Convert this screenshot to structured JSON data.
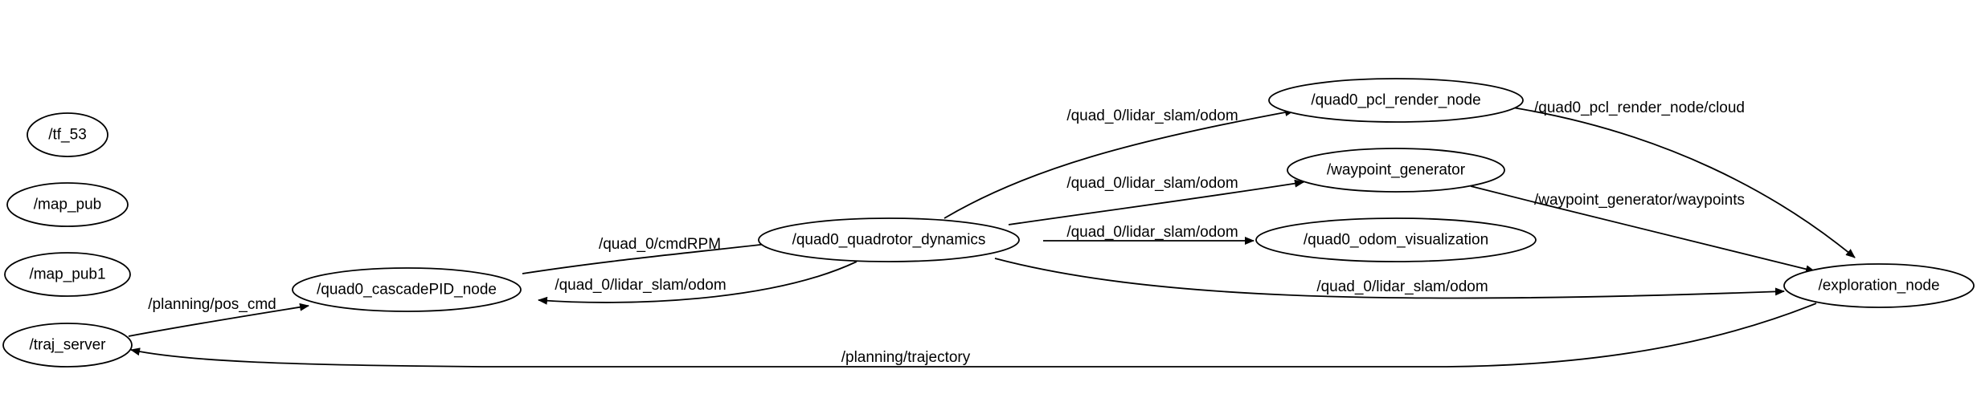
{
  "graph": {
    "nodes": {
      "tf_53": "/tf_53",
      "map_pub": "/map_pub",
      "map_pub1": "/map_pub1",
      "traj_server": "/traj_server",
      "cascadepid": "/quad0_cascadePID_node",
      "dynamics": "/quad0_quadrotor_dynamics",
      "pcl_render": "/quad0_pcl_render_node",
      "waypoint_gen": "/waypoint_generator",
      "odom_vis": "/quad0_odom_visualization",
      "exploration": "/exploration_node"
    },
    "edges": {
      "pos_cmd": "/planning/pos_cmd",
      "cmd_rpm": "/quad_0/cmdRPM",
      "odom_to_pid": "/quad_0/lidar_slam/odom",
      "odom_to_pcl": "/quad_0/lidar_slam/odom",
      "odom_to_waypoint": "/quad_0/lidar_slam/odom",
      "odom_to_vis": "/quad_0/lidar_slam/odom",
      "odom_to_exploration": "/quad_0/lidar_slam/odom",
      "pcl_cloud": "/quad0_pcl_render_node/cloud",
      "waypoints": "/waypoint_generator/waypoints",
      "trajectory": "/planning/trajectory"
    }
  }
}
